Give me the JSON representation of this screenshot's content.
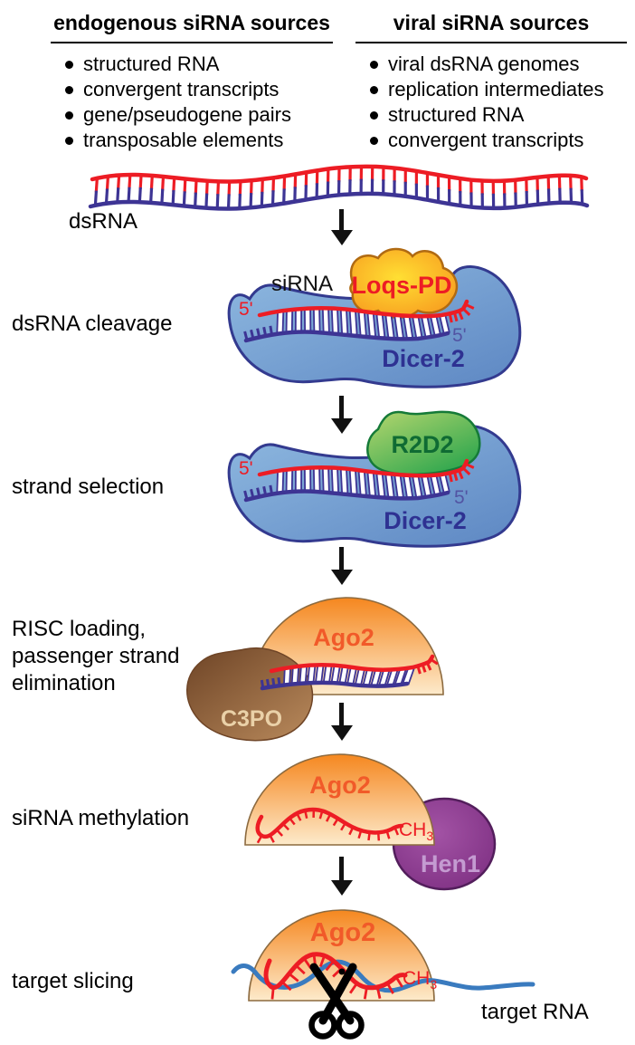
{
  "sources": {
    "endogenous": {
      "title": "endogenous siRNA sources",
      "items": [
        "structured RNA",
        "convergent transcripts",
        "gene/pseudogene pairs",
        "transposable elements"
      ]
    },
    "viral": {
      "title": "viral siRNA sources",
      "items": [
        "viral dsRNA genomes",
        "replication intermediates",
        "structured RNA",
        "convergent transcripts"
      ]
    }
  },
  "step_labels": {
    "dsrna": "dsRNA",
    "cleavage": "dsRNA cleavage",
    "selection": "strand selection",
    "risc": [
      "RISC loading,",
      "passenger strand",
      "elimination"
    ],
    "methylation": "siRNA methylation",
    "slicing": "target slicing",
    "target_rna": "target RNA",
    "sirna": "siRNA"
  },
  "proteins": {
    "dicer": "Dicer-2",
    "loqs": "Loqs-PD",
    "r2d2": "R2D2",
    "ago2": "Ago2",
    "c3po": "C3PO",
    "hen1": "Hen1"
  },
  "annotations": {
    "five_prime": "5'",
    "ch3_base": "CH",
    "ch3_sub": "3"
  },
  "colors": {
    "strand_red": "#ed1c24",
    "strand_indigo": "#3d3494",
    "dicer_light": "#8fb9e0",
    "dicer_dark": "#5d87c3",
    "dicer_outline": "#333a8f",
    "dicer_text": "#2e3192",
    "loqs_yellow": "#ffdf33",
    "loqs_orange": "#f7941d",
    "loqs_outline": "#b06a12",
    "loqs_text": "#ed1c24",
    "r2d2_light": "#b5d66e",
    "r2d2_green": "#2aa54d",
    "r2d2_outline": "#157a38",
    "r2d2_text": "#0f6b33",
    "ago_orange": "#f5871f",
    "ago_cream": "#fdeacb",
    "ago_outline": "#8c6a3f",
    "ago_text": "#f15a29",
    "c3po_dark": "#6e4426",
    "c3po_light": "#b98a5c",
    "c3po_text": "#ead1a8",
    "hen1_light": "#a353a5",
    "hen1_dark": "#7b2d80",
    "hen1_outline": "#531e5c",
    "hen1_text": "#c49bd1",
    "target_blue": "#3a7bbf",
    "arrow_black": "#111111"
  }
}
